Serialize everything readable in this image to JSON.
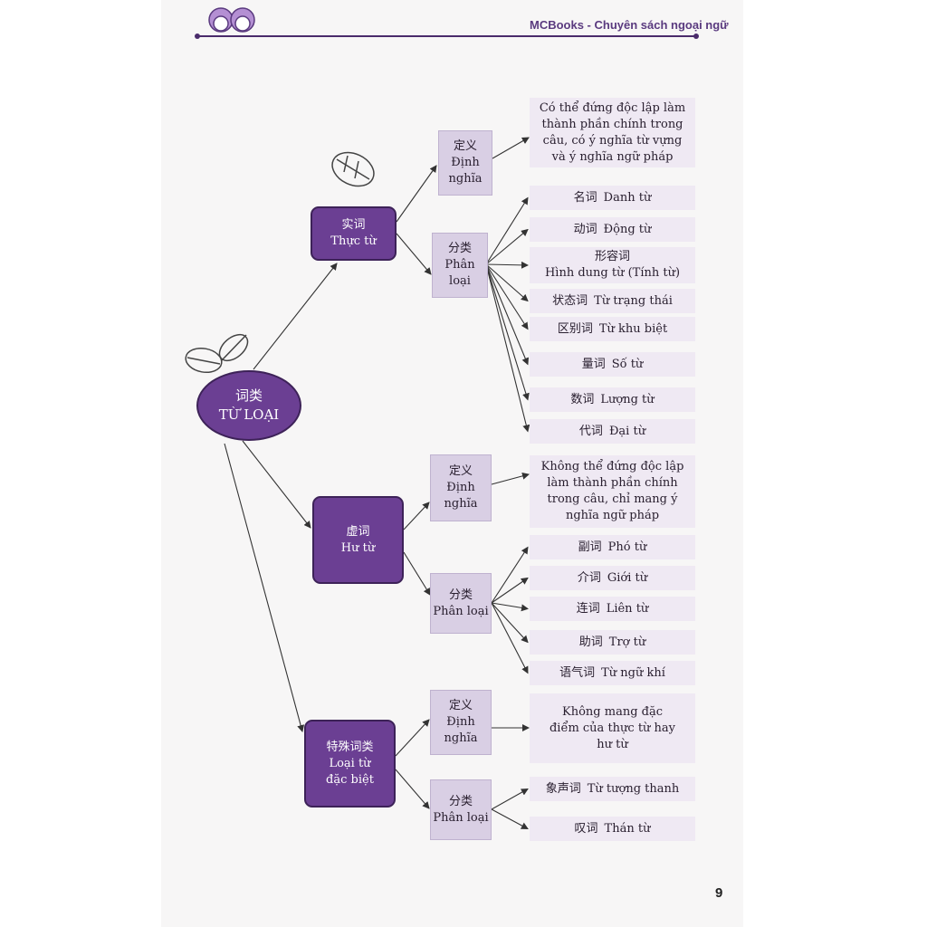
{
  "header": {
    "brand": "MCBooks - Chuyên sách ngoại ngữ"
  },
  "page_number": "9",
  "root": {
    "zh": "词类",
    "vi": "TỪ LOẠI"
  },
  "categories": [
    {
      "zh": "实词",
      "vi": "Thực từ",
      "definition": {
        "zh": "定义",
        "vi": "Định nghĩa",
        "text": "Có thể đứng độc lập làm thành phần chính trong câu, có ý nghĩa từ vựng và ý nghĩa ngữ pháp"
      },
      "classification": {
        "zh": "分类",
        "vi": "Phân loại",
        "items": [
          {
            "zh": "名词",
            "vi": "Danh từ"
          },
          {
            "zh": "动词",
            "vi": "Động từ"
          },
          {
            "zh": "形容词",
            "vi": "Hình dung từ (Tính từ)"
          },
          {
            "zh": "状态词",
            "vi": "Từ trạng thái"
          },
          {
            "zh": "区别词",
            "vi": "Từ khu biệt"
          },
          {
            "zh": "量词",
            "vi": "Số từ"
          },
          {
            "zh": "数词",
            "vi": "Lượng từ"
          },
          {
            "zh": "代词",
            "vi": "Đại từ"
          }
        ]
      }
    },
    {
      "zh": "虚词",
      "vi": "Hư từ",
      "definition": {
        "zh": "定义",
        "vi": "Định nghĩa",
        "text": "Không thể đứng độc lập làm thành phần chính trong câu, chỉ mang ý nghĩa ngữ pháp"
      },
      "classification": {
        "zh": "分类",
        "vi": "Phân loại",
        "items": [
          {
            "zh": "副词",
            "vi": "Phó từ"
          },
          {
            "zh": "介词",
            "vi": "Giới từ"
          },
          {
            "zh": "连词",
            "vi": "Liên từ"
          },
          {
            "zh": "助词",
            "vi": "Trợ từ"
          },
          {
            "zh": "语气词",
            "vi": "Từ ngữ khí"
          }
        ]
      }
    },
    {
      "zh": "特殊词类",
      "vi": "Loại từ đặc biệt",
      "definition": {
        "zh": "定义",
        "vi": "Định nghĩa",
        "text": "Không mang đặc điểm của thực từ hay hư từ"
      },
      "classification": {
        "zh": "分类",
        "vi": "Phân loại",
        "items": [
          {
            "zh": "象声词",
            "vi": "Từ tượng thanh"
          },
          {
            "zh": "叹词",
            "vi": "Thán từ"
          }
        ]
      }
    }
  ]
}
